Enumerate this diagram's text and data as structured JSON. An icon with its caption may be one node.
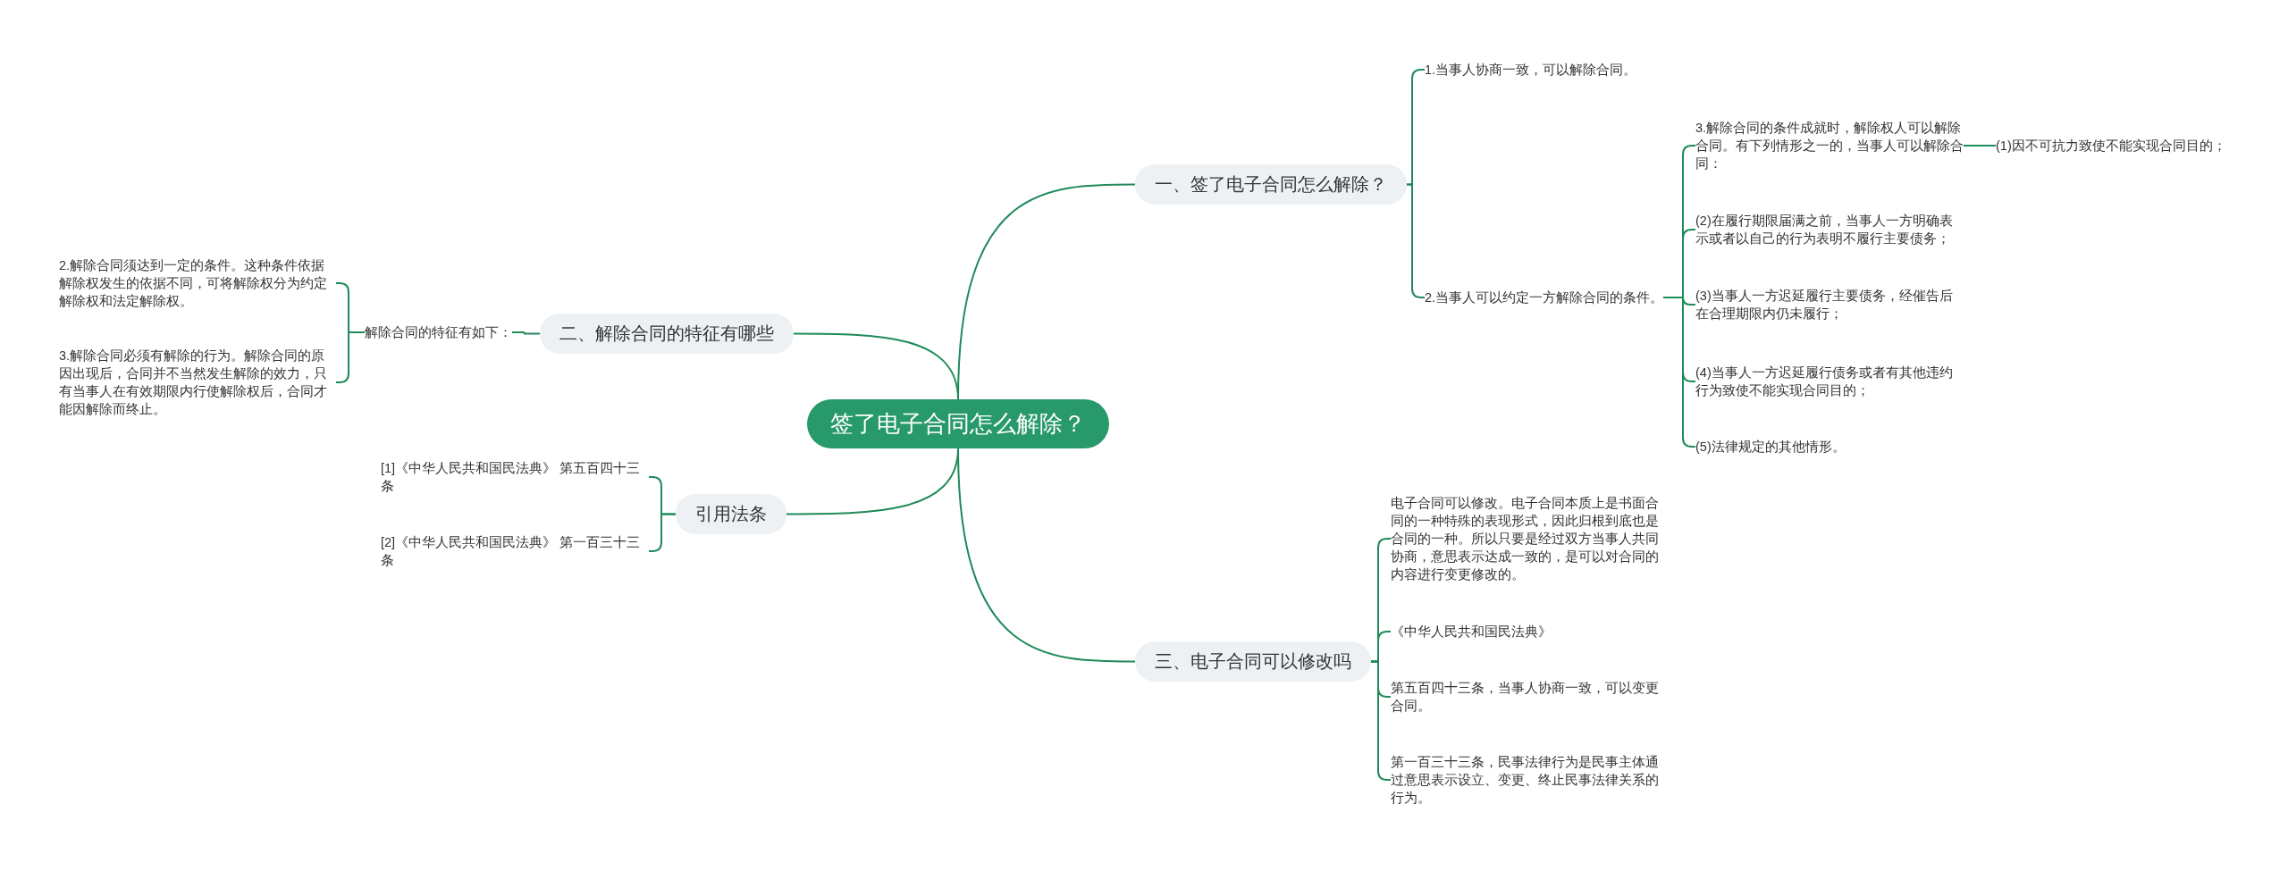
{
  "diagram": {
    "nodes": [
      {
        "text": [
          "签了电子合同怎么解除？"
        ]
      },
      {
        "text": [
          "一、签了电子合同怎么解除？"
        ]
      },
      {
        "text": [
          "1.当事人协商一致，可以解除合同。"
        ]
      },
      {
        "text": [
          "2.当事人可以约定一方解除合同的条件。"
        ]
      },
      {
        "text": [
          "3.解除合同的条件成就时，解除权人可以解除合同。有下列情形之一的，当事人可以解除合同："
        ]
      },
      {
        "text": [
          "(1)因不可抗力致使不能实现合同目的；"
        ]
      },
      {
        "text": [
          "(2)在履行期限届满之前，当事人一方明确表示或者以自己的行为表明不履行主要债务；"
        ]
      },
      {
        "text": [
          "(3)当事人一方迟延履行主要债务，经催告后在合理期限内仍未履行；"
        ]
      },
      {
        "text": [
          "(4)当事人一方迟延履行债务或者有其他违约行为致使不能实现合同目的；"
        ]
      },
      {
        "text": [
          "(5)法律规定的其他情形。"
        ]
      },
      {
        "text": [
          "二、解除合同的特征有哪些"
        ]
      },
      {
        "text": [
          "解除合同的特征有如下："
        ]
      },
      {
        "text": [
          "2.解除合同须达到一定的条件。这种条件依据解除权发生的依据不同，可将解除权分为约定解除权和法定解除权。"
        ]
      },
      {
        "text": [
          "3.解除合同必须有解除的行为。解除合同的原因出现后，合同并不当然发生解除的效力，只有当事人在有效期限内行使解除权后，合同才能因解除而终止。"
        ]
      },
      {
        "text": [
          "引用法条"
        ]
      },
      {
        "text": [
          "[1]《中华人民共和国民法典》 第五百四十三条"
        ]
      },
      {
        "text": [
          "[2]《中华人民共和国民法典》 第一百三十三条"
        ]
      },
      {
        "text": [
          "三、电子合同可以修改吗"
        ]
      },
      {
        "text": [
          "电子合同可以修改。电子合同本质上是书面合同的一种特殊的表现形式，因此归根到底也是合同的一种。所以只要是经过双方当事人共同协商，意思表示达成一致的，是可以对合同的内容进行变更修改的。"
        ]
      },
      {
        "text": [
          "《中华人民共和国民法典》"
        ]
      },
      {
        "text": [
          "第五百四十三条，当事人协商一致，可以变更合同。"
        ]
      },
      {
        "text": [
          "第一百三十三条，民事法律行为是民事主体通过意思表示设立、变更、终止民事法律关系的行为。"
        ]
      }
    ],
    "edges": [
      {
        "from": 0,
        "to": 1,
        "arrow": "none"
      },
      {
        "from": 1,
        "to": 2,
        "arrow": "none"
      },
      {
        "from": 1,
        "to": 3,
        "arrow": "none"
      },
      {
        "from": 3,
        "to": 4,
        "arrow": "none"
      },
      {
        "from": 4,
        "to": 5,
        "arrow": "none"
      },
      {
        "from": 3,
        "to": 6,
        "arrow": "none"
      },
      {
        "from": 3,
        "to": 7,
        "arrow": "none"
      },
      {
        "from": 3,
        "to": 8,
        "arrow": "none"
      },
      {
        "from": 3,
        "to": 9,
        "arrow": "none"
      },
      {
        "from": 0,
        "to": 10,
        "arrow": "none"
      },
      {
        "from": 10,
        "to": 11,
        "arrow": "none"
      },
      {
        "from": 11,
        "to": 12,
        "arrow": "none"
      },
      {
        "from": 11,
        "to": 13,
        "arrow": "none"
      },
      {
        "from": 0,
        "to": 14,
        "arrow": "none"
      },
      {
        "from": 14,
        "to": 15,
        "arrow": "none"
      },
      {
        "from": 14,
        "to": 16,
        "arrow": "none"
      },
      {
        "from": 0,
        "to": 17,
        "arrow": "none"
      },
      {
        "from": 17,
        "to": 18,
        "arrow": "none"
      },
      {
        "from": 17,
        "to": 19,
        "arrow": "none"
      },
      {
        "from": 17,
        "to": 20,
        "arrow": "none"
      },
      {
        "from": 17,
        "to": 21,
        "arrow": "none"
      }
    ]
  }
}
